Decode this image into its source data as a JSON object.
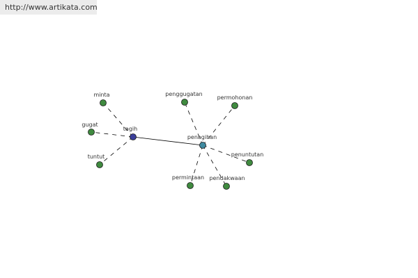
{
  "watermark": {
    "url": "http://www.artikata.com"
  },
  "graph": {
    "colors": {
      "root_node": "#3b3f9a",
      "hub_node": "#3f8aa0",
      "leaf_node": "#3f8a3f",
      "node_stroke": "#1a1a1a",
      "edge": "#000000"
    },
    "edge_styles": {
      "main": "solid",
      "synonym": "dashed"
    },
    "nodes": [
      {
        "id": "tagih",
        "label": "tagih",
        "kind": "root"
      },
      {
        "id": "penagihan",
        "label": "penagihan",
        "kind": "hub"
      },
      {
        "id": "minta",
        "label": "minta",
        "kind": "leaf"
      },
      {
        "id": "gugat",
        "label": "gugat",
        "kind": "leaf"
      },
      {
        "id": "tuntut",
        "label": "tuntut",
        "kind": "leaf"
      },
      {
        "id": "penggugatan",
        "label": "penggugatan",
        "kind": "leaf"
      },
      {
        "id": "permohonan",
        "label": "permohonan",
        "kind": "leaf"
      },
      {
        "id": "penuntutan",
        "label": "penuntutan",
        "kind": "leaf"
      },
      {
        "id": "permintaan",
        "label": "permintaan",
        "kind": "leaf"
      },
      {
        "id": "pendakwaan",
        "label": "pendakwaan",
        "kind": "leaf"
      }
    ],
    "edges": [
      {
        "from": "tagih",
        "to": "penagihan",
        "style": "main"
      },
      {
        "from": "tagih",
        "to": "minta",
        "style": "synonym"
      },
      {
        "from": "tagih",
        "to": "gugat",
        "style": "synonym"
      },
      {
        "from": "tagih",
        "to": "tuntut",
        "style": "synonym"
      },
      {
        "from": "penagihan",
        "to": "penggugatan",
        "style": "synonym"
      },
      {
        "from": "penagihan",
        "to": "permohonan",
        "style": "synonym"
      },
      {
        "from": "penagihan",
        "to": "penuntutan",
        "style": "synonym"
      },
      {
        "from": "penagihan",
        "to": "permintaan",
        "style": "synonym"
      },
      {
        "from": "penagihan",
        "to": "pendakwaan",
        "style": "synonym"
      }
    ]
  }
}
